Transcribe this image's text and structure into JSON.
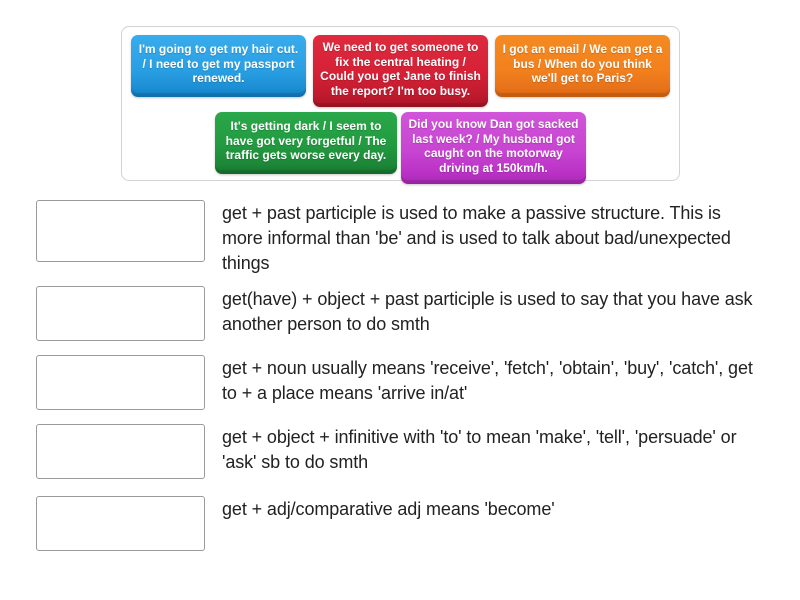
{
  "activity": {
    "type": "match-up-drag-and-drop",
    "topic": "Uses of the verb 'get'"
  },
  "tiles_panel": {
    "border_color": "#d3d3d3",
    "rows": [
      {
        "tiles": [
          {
            "id": "tile-blue",
            "color_name": "blue",
            "color": "#2aa0e4",
            "text": "I'm going to get my hair cut. / I need to get my passport renewed."
          },
          {
            "id": "tile-red",
            "color_name": "red",
            "color": "#d52036",
            "text": "We need to get someone to fix the central heating / Could you get Jane to finish the report? I'm too busy."
          },
          {
            "id": "tile-orange",
            "color_name": "orange",
            "color": "#f3811d",
            "text": "I got an email / We can get a bus / When do you think we'll get to Paris?"
          }
        ]
      },
      {
        "tiles": [
          {
            "id": "tile-green",
            "color_name": "green",
            "color": "#229a40",
            "text": "It's getting dark / I seem to have got very forgetful / The traffic gets worse every day."
          },
          {
            "id": "tile-purple",
            "color_name": "purple",
            "color": "#c844d2",
            "text": "Did you know Dan got sacked last week? / My husband got caught on the motorway driving at 150km/h."
          }
        ]
      }
    ]
  },
  "definitions": [
    {
      "id": "definition-1",
      "dropzone_label": "",
      "text": "get + past participle is used to make a passive structure. This is more informal than 'be' and is used to talk about bad/unexpected things"
    },
    {
      "id": "definition-2",
      "dropzone_label": "",
      "text": "get(have) + object + past participle is used to say that you have ask another person to do smth"
    },
    {
      "id": "definition-3",
      "dropzone_label": "",
      "text": "get + noun usually means 'receive', 'fetch', 'obtain', 'buy', 'catch', get to + a place means 'arrive in/at'"
    },
    {
      "id": "definition-4",
      "dropzone_label": "",
      "text": "get + object + infinitive with 'to' to mean 'make', 'tell', 'persuade' or 'ask' sb to do smth"
    },
    {
      "id": "definition-5",
      "dropzone_label": "",
      "text": "get + adj/comparative adj means 'become'"
    }
  ]
}
